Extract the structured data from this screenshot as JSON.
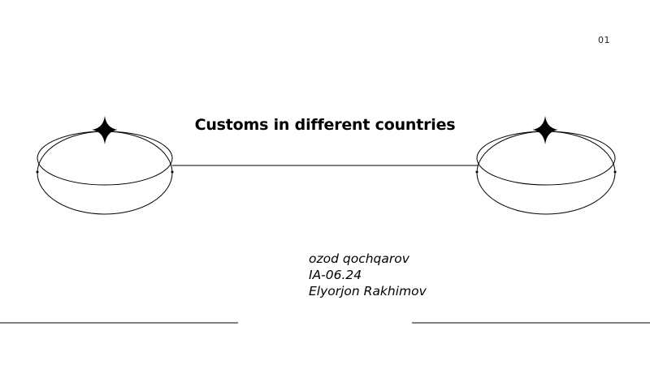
{
  "slide": {
    "page_number": "01",
    "title": "Customs in different countries",
    "authors": [
      "ozod qochqarov",
      "IA-06.24",
      "Elyorjon Rakhimov"
    ]
  },
  "colors": {
    "background": "#ffffff",
    "ink": "#000000"
  },
  "icons": {
    "left_ring": "ring-icon",
    "right_ring": "ring-icon",
    "sparkle": "four-point-star-icon"
  }
}
